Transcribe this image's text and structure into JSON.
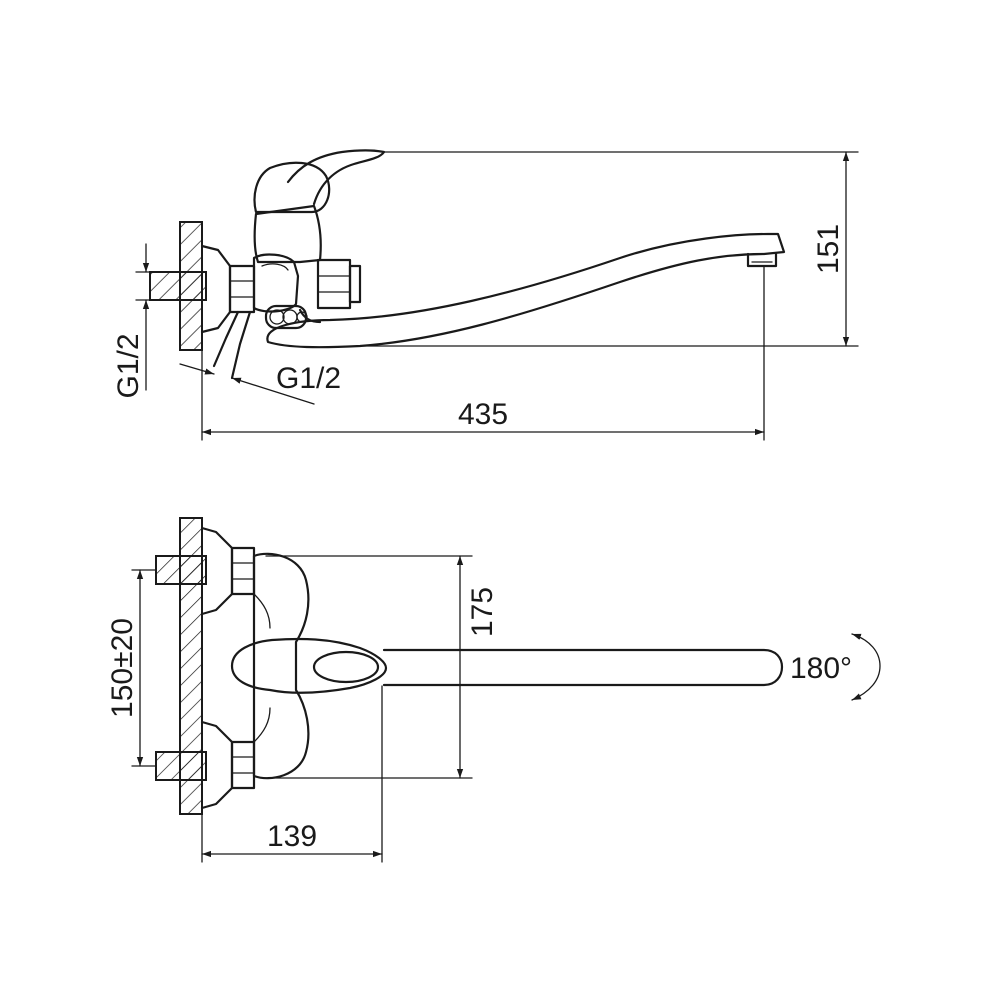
{
  "drawing": {
    "line_color": "#1a1a1a",
    "background": "#ffffff",
    "side_view": {
      "dimensions": {
        "total_height": "151",
        "spout_reach": "435",
        "wall_thread": "G1/2",
        "body_thread": "G1/2"
      }
    },
    "top_view": {
      "dimensions": {
        "body_depth": "175",
        "wall_offset": "139",
        "inlet_spacing": "150±20",
        "spout_rotation": "180°"
      }
    }
  }
}
